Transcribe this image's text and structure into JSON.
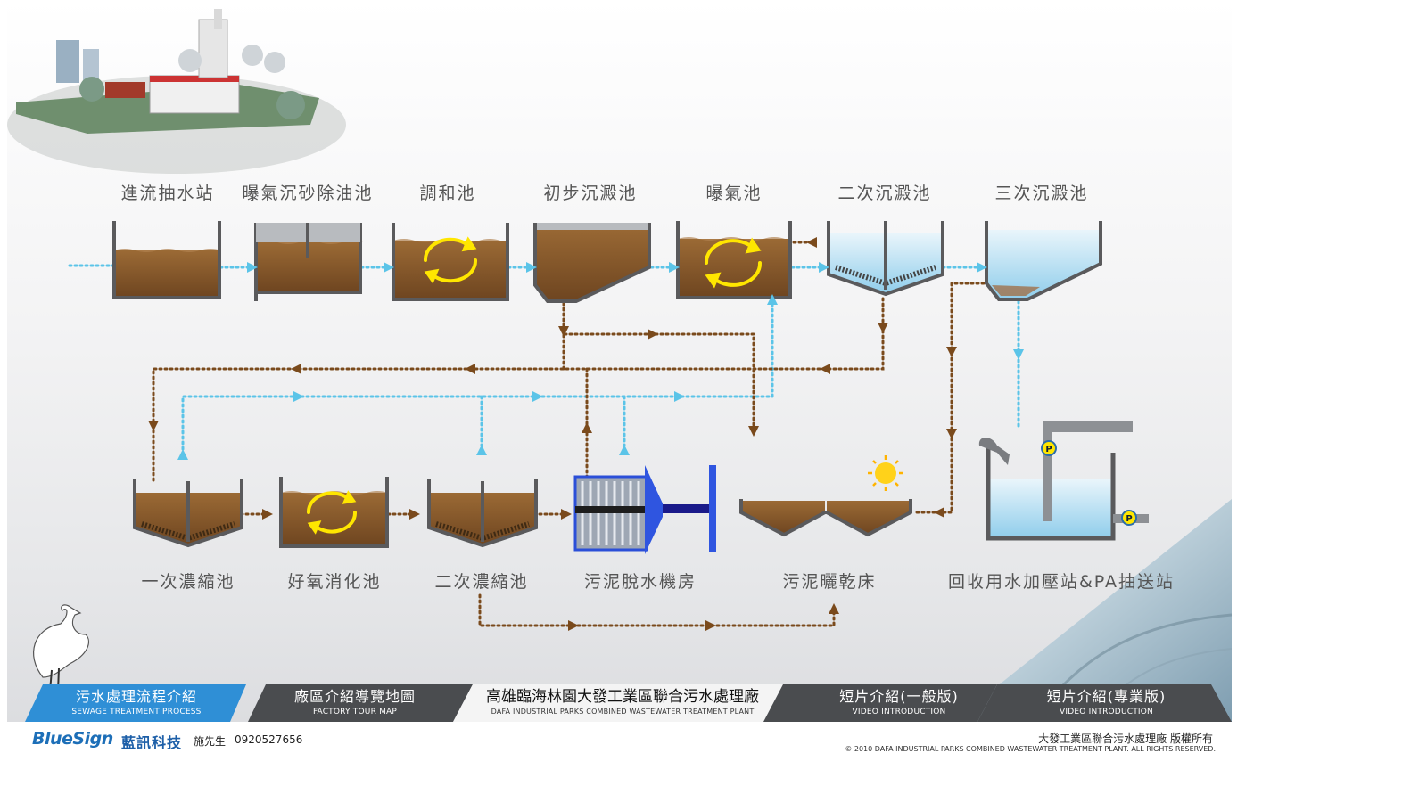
{
  "stations_top": [
    {
      "key": "inflow",
      "label": "進流抽水站"
    },
    {
      "key": "grit",
      "label": "曝氣沉砂除油池"
    },
    {
      "key": "equal",
      "label": "調和池"
    },
    {
      "key": "primary",
      "label": "初步沉澱池"
    },
    {
      "key": "aeration",
      "label": "曝氣池"
    },
    {
      "key": "secondary",
      "label": "二次沉澱池"
    },
    {
      "key": "tertiary",
      "label": "三次沉澱池"
    }
  ],
  "stations_bottom": [
    {
      "key": "thick1",
      "label": "一次濃縮池"
    },
    {
      "key": "digest",
      "label": "好氧消化池"
    },
    {
      "key": "thick2",
      "label": "二次濃縮池"
    },
    {
      "key": "dewater",
      "label": "污泥脫水機房"
    },
    {
      "key": "drybed",
      "label": "污泥曬乾床"
    },
    {
      "key": "reuse",
      "label": "回收用水加壓站&PA抽送站"
    }
  ],
  "pump_marker": "P",
  "nav": {
    "process": {
      "zh": "污水處理流程介紹",
      "en": "SEWAGE TREATMENT PROCESS"
    },
    "tour": {
      "zh": "廠區介紹導覽地圖",
      "en": "FACTORY TOUR MAP"
    },
    "plant": {
      "zh": "高雄臨海林園大發工業區聯合污水處理廠",
      "en": "DAFA INDUSTRIAL PARKS COMBINED WASTEWATER TREATMENT PLANT"
    },
    "video_general": {
      "zh": "短片介紹(一般版)",
      "en": "VIDEO INTRODUCTION"
    },
    "video_pro": {
      "zh": "短片介紹(專業版)",
      "en": "VIDEO INTRODUCTION"
    }
  },
  "footer": {
    "logo": "BlueSign",
    "logo_zh": "藍訊科技",
    "contact_name": "施先生",
    "contact_phone": "0920527656",
    "copyright_zh": "大發工業區聯合污水處理廠 版權所有",
    "copyright_en": "© 2010 DAFA INDUSTRIAL PARKS COMBINED WASTEWATER TREATMENT PLANT. ALL RIGHTS RESERVED."
  },
  "colors": {
    "water": "#5bc4e8",
    "sludge": "#8a5a2b",
    "sludge_flow": "#7a4a1c",
    "tank_wall": "#5a5a5c",
    "arrow": "#ffe600",
    "nav_blue": "#2f8fd6",
    "nav_gray": "#4a4c4f"
  }
}
